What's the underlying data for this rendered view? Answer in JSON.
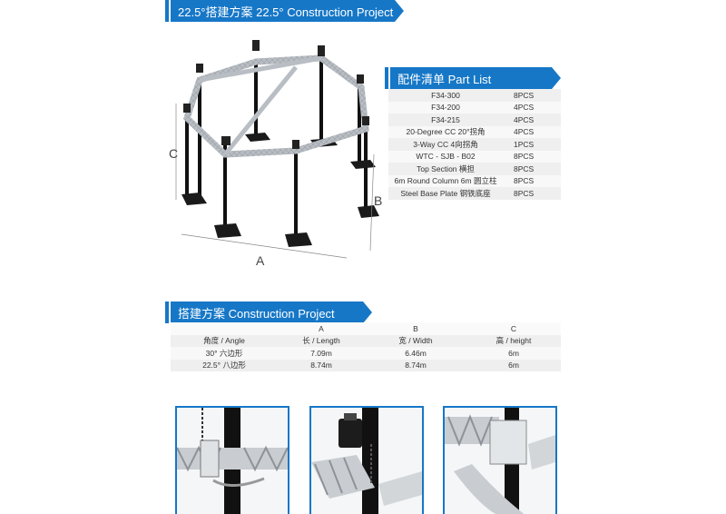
{
  "banners": {
    "top": "22.5°搭建方案 22.5° Construction Project",
    "parts": "配件清单 Part List",
    "construction": "搭建方案 Construction Project"
  },
  "diagram": {
    "label_a": "A",
    "label_b": "B",
    "label_c": "C"
  },
  "parts": [
    {
      "name": "F34-300",
      "qty": "8PCS"
    },
    {
      "name": "F34-200",
      "qty": "4PCS"
    },
    {
      "name": "F34-215",
      "qty": "4PCS"
    },
    {
      "name": "20-Degree CC 20°拐角",
      "qty": "4PCS"
    },
    {
      "name": "3-Way CC 4向拐角",
      "qty": "1PCS"
    },
    {
      "name": "WTC - SJB - B02",
      "qty": "8PCS"
    },
    {
      "name": "Top Section 横担",
      "qty": "8PCS"
    },
    {
      "name": "6m Round Column 6m 圆立柱",
      "qty": "8PCS"
    },
    {
      "name": "Steel Base Plate 钢铁底座",
      "qty": "8PCS"
    }
  ],
  "construction_table": {
    "header": [
      "",
      "A",
      "B",
      "C"
    ],
    "rows": [
      [
        "角度 / Angle",
        "长 / Length",
        "宽 / Width",
        "高 / height"
      ],
      [
        "30° 六边形",
        "7.09m",
        "6.46m",
        "6m"
      ],
      [
        "22.5° 八边形",
        "8.74m",
        "8.74m",
        "6m"
      ]
    ]
  },
  "colors": {
    "accent": "#1677c7",
    "truss": "#b9bec4",
    "column": "#111111"
  },
  "photos": [
    "truss-joint-photo",
    "motor-hoist-photo",
    "corner-clamp-photo"
  ]
}
